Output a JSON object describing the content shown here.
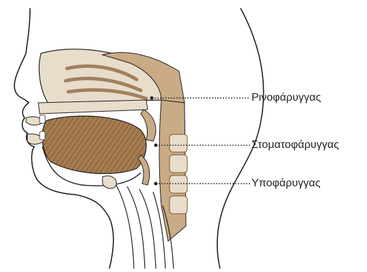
{
  "labels": {
    "nasopharynx": "Ρινοφάρυγγας",
    "oropharynx": "Στοματοφάρυγγας",
    "hypopharynx": "Υποφάρυγγας"
  },
  "colors": {
    "tissue_light": "#e8dccb",
    "tissue_mid": "#c9ab86",
    "tissue_dark": "#8c6a45",
    "tongue": "#a57b4f",
    "outline": "#1e1e1e",
    "leader": "#1e1e1e"
  }
}
